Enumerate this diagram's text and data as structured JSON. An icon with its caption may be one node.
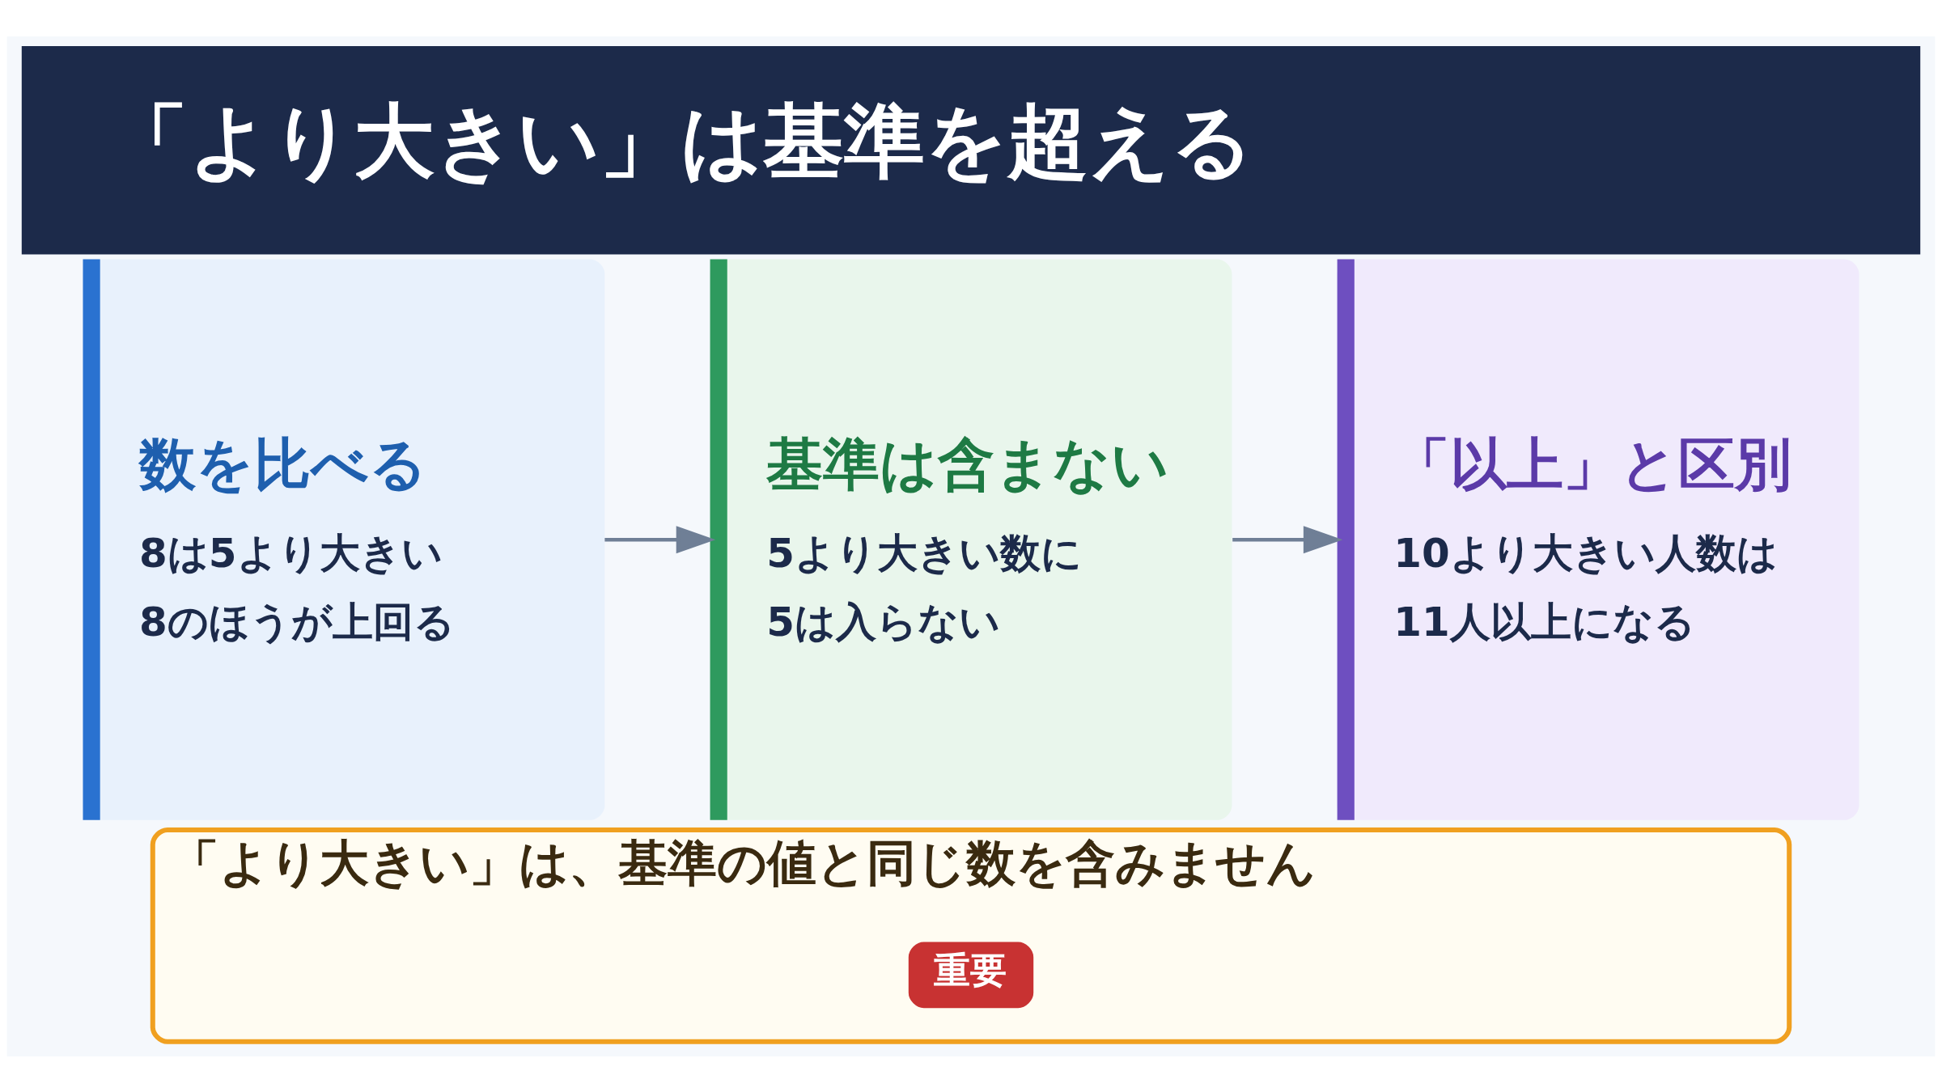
{
  "diagram": {
    "title": "「より大きい」は基準を超える",
    "nodes": [
      {
        "text": [
          "数を比べる",
          "8は5より大きい",
          "8のほうが上回る"
        ]
      },
      {
        "text": [
          "基準は含まない",
          "5より大きい数に",
          "5は入らない"
        ]
      },
      {
        "text": [
          "「以上」と区別",
          "10より大きい人数は",
          "11人以上になる"
        ]
      },
      {
        "text": [
          "「より大きい」は、基準の値と同じ数を含みません"
        ]
      },
      {
        "text": [
          "重要"
        ],
        "in": 3
      }
    ],
    "edges": [
      {
        "from": 0,
        "to": 1,
        "arrow": "to"
      },
      {
        "from": 1,
        "to": 2,
        "arrow": "to"
      }
    ]
  }
}
